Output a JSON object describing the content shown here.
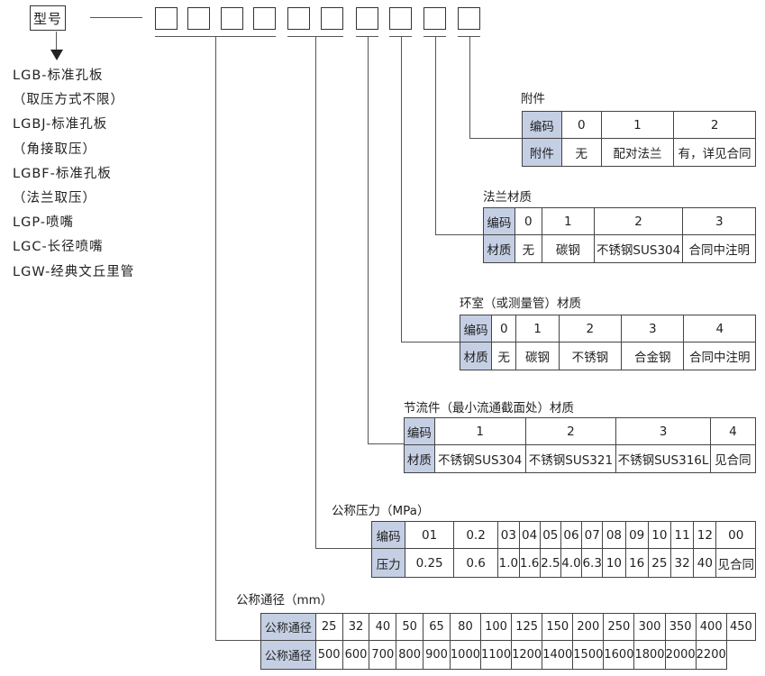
{
  "type_label": "型号",
  "models": [
    "LGB-标准孔板",
    "（取压方式不限）",
    "LGBJ-标准孔板",
    "（角接取压）",
    "LGBF-标准孔板",
    "（法兰取压）",
    "LGP-喷嘴",
    "LGC-长径喷嘴",
    "LGW-经典文丘里管"
  ],
  "accessory": {
    "title": "附件",
    "rows": [
      [
        "编码",
        "0",
        "1",
        "2"
      ],
      [
        "附件",
        "无",
        "配对法兰",
        "有，详见合同"
      ]
    ]
  },
  "flange_material": {
    "title": "法兰材质",
    "rows": [
      [
        "编码",
        "0",
        "1",
        "2",
        "3"
      ],
      [
        "材质",
        "无",
        "碳钢",
        "不锈钢SUS304",
        "合同中注明"
      ]
    ]
  },
  "chamber_material": {
    "title": "环室（或测量管）材质",
    "rows": [
      [
        "编码",
        "0",
        "1",
        "2",
        "3",
        "4"
      ],
      [
        "材质",
        "无",
        "碳钢",
        "不锈钢",
        "合金钢",
        "合同中注明"
      ]
    ]
  },
  "throttle_material": {
    "title": "节流件（最小流通截面处）材质",
    "rows": [
      [
        "编码",
        "1",
        "2",
        "3",
        "4"
      ],
      [
        "材质",
        "不锈钢SUS304",
        "不锈钢SUS321",
        "不锈钢SUS316L",
        "见合同"
      ]
    ]
  },
  "pressure": {
    "title": "公称压力（MPa）",
    "rows": [
      [
        "编码",
        "01",
        "0.2",
        "03",
        "04",
        "05",
        "06",
        "07",
        "08",
        "09",
        "10",
        "11",
        "12",
        "00"
      ],
      [
        "压力",
        "0.25",
        "0.6",
        "1.0",
        "1.6",
        "2.5",
        "4.0",
        "6.3",
        "10",
        "16",
        "25",
        "32",
        "40",
        "见合同"
      ]
    ]
  },
  "diameter": {
    "title": "公称通径（mm）",
    "rows": [
      [
        "公称通径",
        "25",
        "32",
        "40",
        "50",
        "65",
        "80",
        "100",
        "125",
        "150",
        "200",
        "250",
        "300",
        "350",
        "400",
        "450"
      ],
      [
        "公称通径",
        "500",
        "600",
        "700",
        "800",
        "900",
        "1000",
        "1100",
        "1200",
        "1400",
        "1500",
        "1600",
        "1800",
        "2000",
        "2200",
        ""
      ]
    ]
  }
}
